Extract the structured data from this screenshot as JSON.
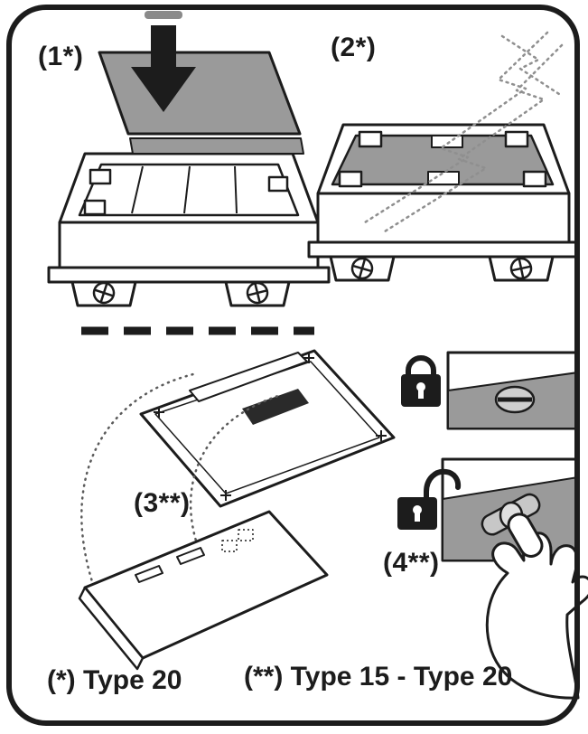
{
  "diagram": {
    "steps": [
      {
        "label": "(1*)",
        "icon": "down-arrow-icon"
      },
      {
        "label": "(2*)",
        "icon": "zigzag-motion-icon"
      },
      {
        "label": "(3**)",
        "icon": "rotation-guide-arc"
      },
      {
        "label": "(4**)",
        "icons": [
          "closed-padlock-icon",
          "open-padlock-icon",
          "wing-knob-icon",
          "hand-icon"
        ]
      }
    ],
    "captions": {
      "single_star": "(*) Type 20",
      "double_star": "(**) Type 15 - Type 20"
    },
    "colors": {
      "line": "#1c1c1c",
      "panel_gray": "#9a9a9a",
      "light_gray": "#c9c9c9",
      "background": "#ffffff"
    }
  }
}
